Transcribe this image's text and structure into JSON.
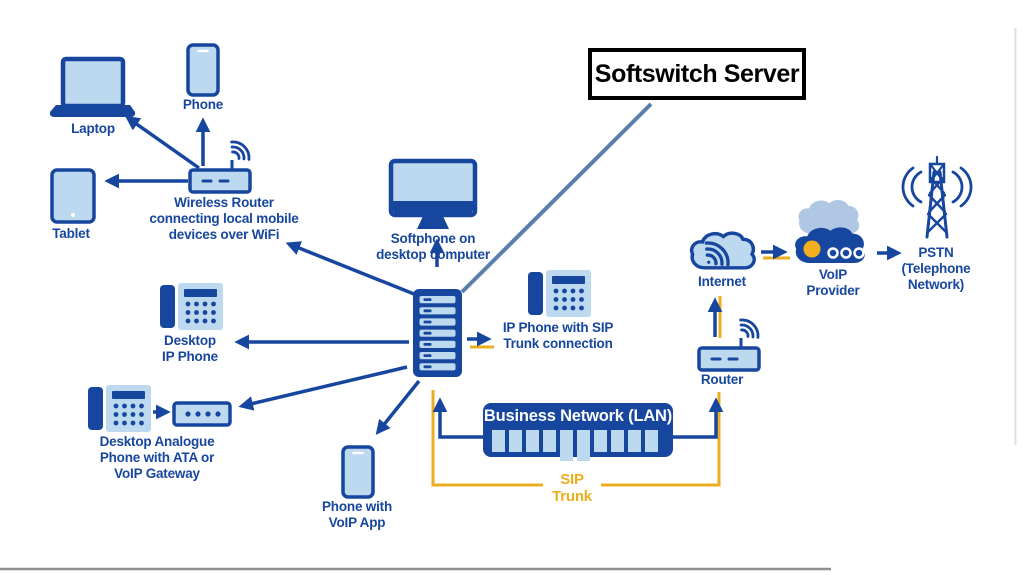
{
  "title": {
    "label": "Softswitch Server"
  },
  "labels": {
    "laptop": "Laptop",
    "phone": "Phone",
    "tablet": "Tablet",
    "wireless_router": "Wireless Router\nconnecting local mobile\ndevices over WiFi",
    "desktop_ip_phone": "Desktop\nIP Phone",
    "desktop_analogue_phone": "Desktop Analogue\nPhone with ATA or\nVoIP Gateway",
    "voip_app_phone": "Phone with\nVoIP App",
    "softphone": "Softphone on\ndesktop computer",
    "ip_phone_sip": "IP Phone with SIP\nTrunk connection",
    "lan": "Business Network (LAN)",
    "internet": "Internet",
    "router": "Router",
    "voip_provider": "VoIP\nProvider",
    "pstn": "PSTN\n(Telephone\nNetwork)",
    "sip_trunk": "SIP\nTrunk"
  },
  "colors": {
    "dark_blue": "#17469E",
    "light_blue": "#BCD9F0",
    "accent_yellow": "#EBAE1E",
    "pointer_line": "#5B7FAD",
    "back_cloud": "#AFC7E3",
    "title_border": "#000000"
  },
  "connections": [
    "wireless-router -> laptop",
    "wireless-router -> phone",
    "wireless-router -> tablet",
    "softswitch-server -> wireless-router",
    "softswitch-server -> softphone",
    "softswitch-server -> desktop-ip-phone",
    "softswitch-server -> desktop-analogue-phone",
    "softswitch-server -> voip-app-phone",
    "softswitch-server -> ip-phone-sip (SIP trunk)",
    "analogue-phone -> ata-box",
    "lan -> softswitch-server",
    "lan -> router",
    "router -> internet (SIP trunk)",
    "internet -> voip-provider (SIP trunk)",
    "voip-provider -> pstn"
  ]
}
